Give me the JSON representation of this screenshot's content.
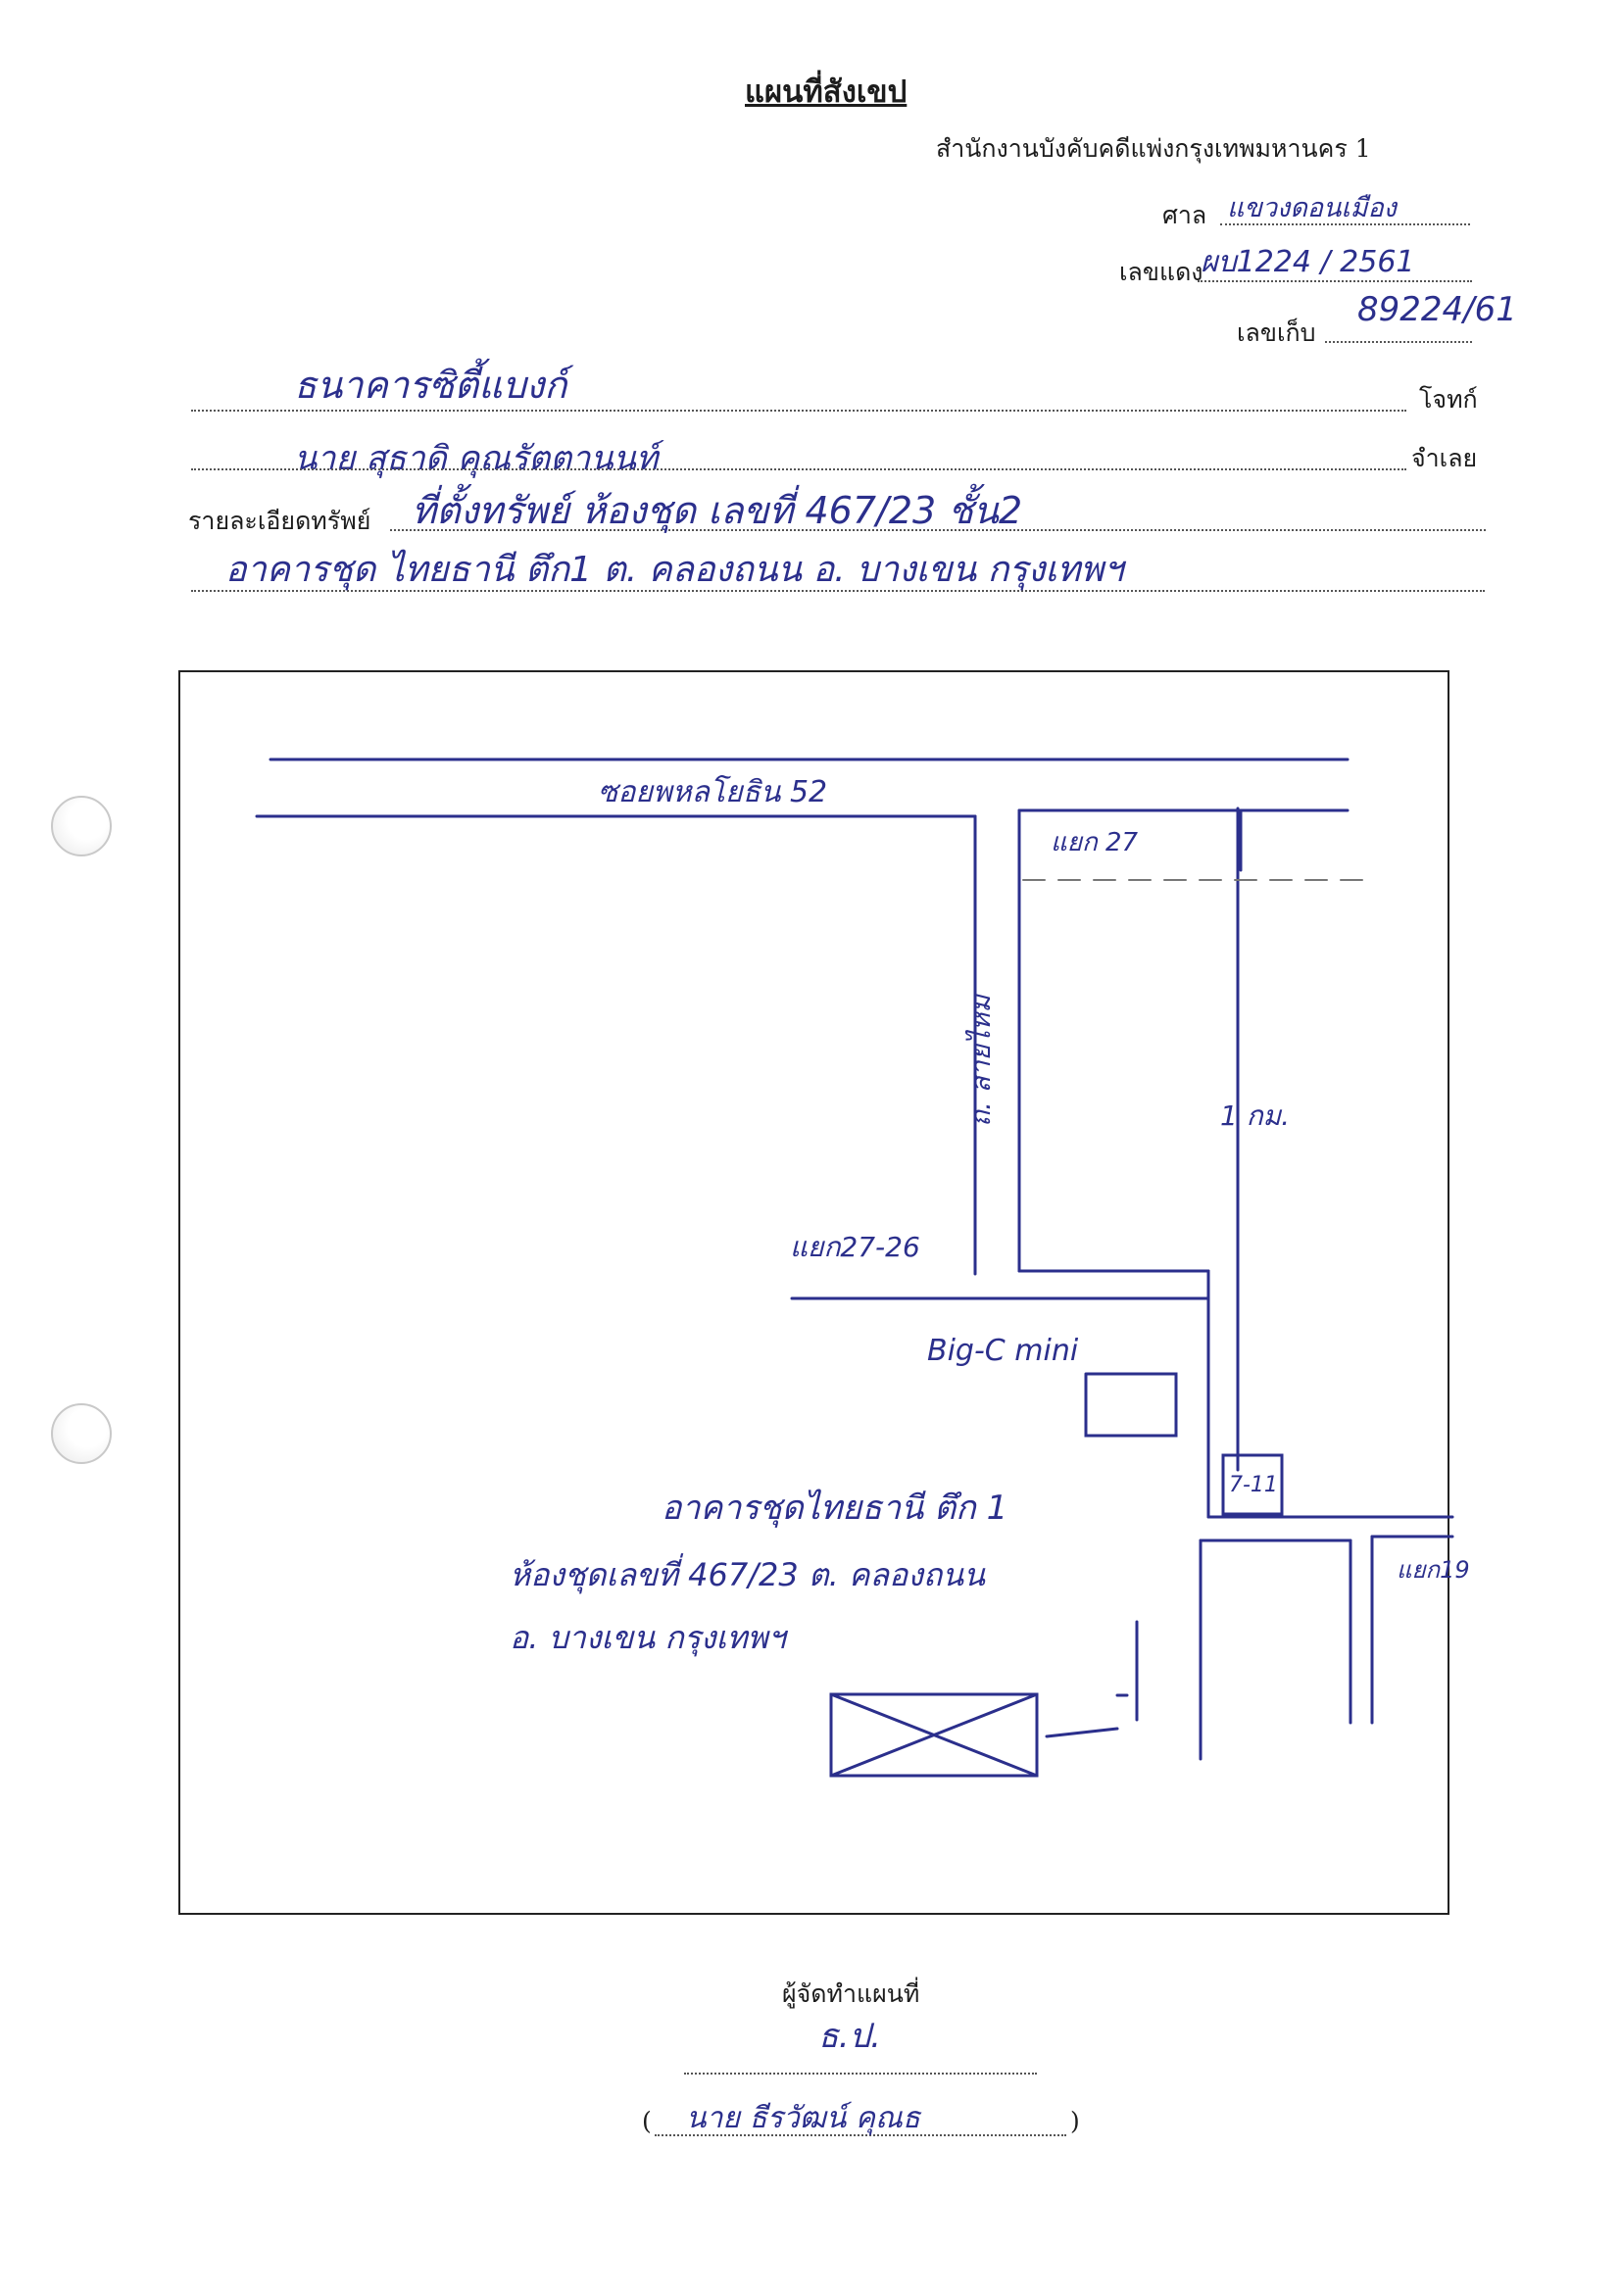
{
  "header": {
    "title": "แผนที่สังเขป",
    "office": "สำนักงานบังคับคดีแพ่งกรุงเทพมหานคร 1",
    "court_label": "ศาล",
    "court_value": "แขวงดอนเมือง",
    "red_case_label": "เลขแดง",
    "red_case_value": "ผบ1224 / 2561",
    "storage_label": "เลขเก็บ",
    "storage_value": "89224/61"
  },
  "parties": {
    "plaintiff_value": "ธนาคารซิตี้แบงก์",
    "plaintiff_label": "โจทก์",
    "defendant_value": "นาย สุธาดิ คุณรัตตานนท์",
    "defendant_label": "จำเลย"
  },
  "property": {
    "label": "รายละเอียดทรัพย์",
    "line1": "ที่ตั้งทรัพย์ ห้องชุด เลขที่ 467/23 ชั้น2",
    "line2": "อาคารชุด ไทยธานี ตึก1 ต. คลองถนน อ. บางเขน กรุงเทพฯ"
  },
  "map": {
    "road_top": "ซอยพหลโยธิน 52",
    "road_vertical": "ถ. สายไหม",
    "junction_27": "แยก 27",
    "junction_27_26": "แยก27-26",
    "distance": "1 กม.",
    "store": "Big-C mini",
    "seven_eleven": "7-11",
    "junction_19": "แยก19",
    "building_line1": "อาคารชุดไทยธานี ตึก 1",
    "building_line2": "ห้องชุดเลขที่ 467/23 ต. คลองถนน",
    "building_line3": "อ. บางเขน กรุงเทพฯ"
  },
  "footer": {
    "maker_label": "ผู้จัดทำแผนที่",
    "signature": "ธ.ป.",
    "open_paren": "(",
    "name": "นาย ธีรวัฒน์ คุณธ",
    "close_paren": ")"
  },
  "colors": {
    "ink": "#2b2f8c",
    "print": "#1c1c1c",
    "frame": "#222222"
  }
}
